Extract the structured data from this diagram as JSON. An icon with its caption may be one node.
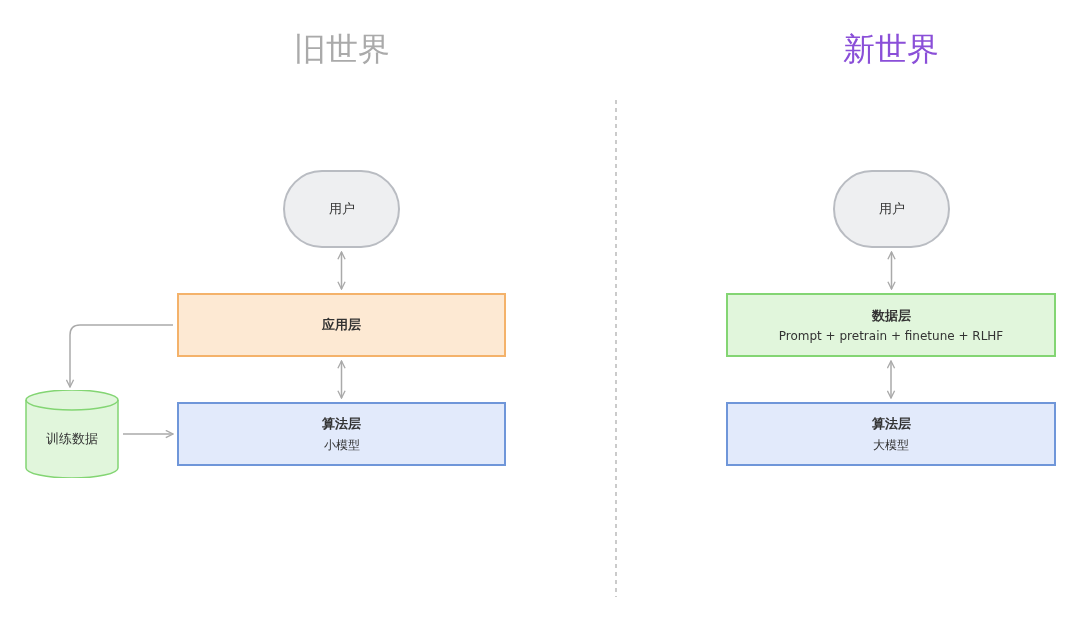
{
  "diagram": {
    "nodes": [
      {
        "text": [
          "用户"
        ]
      },
      {
        "text": [
          "应用层"
        ]
      },
      {
        "text": [
          "训练数据"
        ]
      },
      {
        "text": [
          "算法层",
          "小模型"
        ]
      },
      {
        "text": [
          "用户"
        ]
      },
      {
        "text": [
          "数据层",
          "Prompt + pretrain + finetune + RLHF"
        ]
      },
      {
        "text": [
          "算法层",
          "大模型"
        ]
      }
    ],
    "edges": [
      {
        "from": 0,
        "to": 1,
        "arrow": "both"
      },
      {
        "from": 1,
        "to": 3,
        "arrow": "both"
      },
      {
        "from": 1,
        "to": 2,
        "arrow": "to"
      },
      {
        "from": 2,
        "to": 3,
        "arrow": "to"
      },
      {
        "from": 4,
        "to": 5,
        "arrow": "both"
      },
      {
        "from": 5,
        "to": 6,
        "arrow": "both"
      }
    ],
    "labels": [
      "旧世界",
      "新世界"
    ]
  }
}
